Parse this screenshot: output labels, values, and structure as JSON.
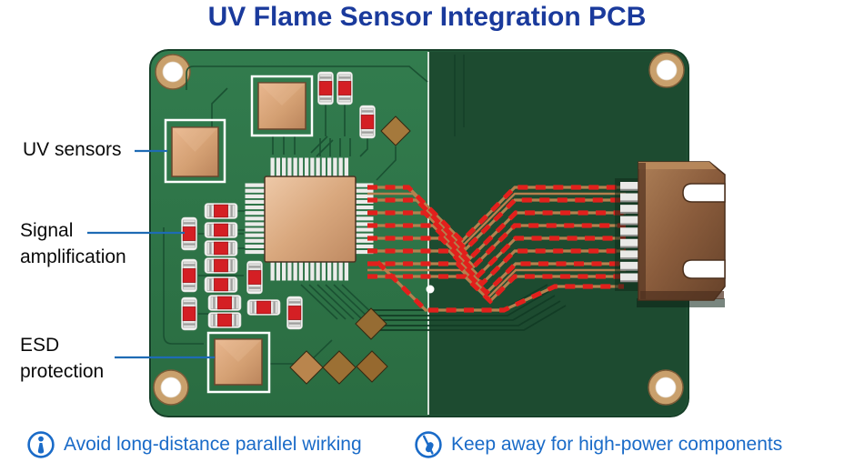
{
  "title": "UV Flame Sensor Integration PCB",
  "callouts": {
    "uv_sensors": "UV sensors",
    "signal_line1": "Signal",
    "signal_line2": "amplification",
    "esd_line1": "ESD",
    "esd_line2": "protection"
  },
  "footnotes": [
    {
      "icon": "exclamation-circle-icon",
      "text": "Avoid long-distance parallel wirking"
    },
    {
      "icon": "keep-away-circle-icon",
      "text": "Keep away for high-power components"
    }
  ],
  "colors": {
    "title_blue": "#1a3a9c",
    "note_blue": "#1a6bc8",
    "callout_line_blue": "#1e6bb4",
    "board_green_light": "#2d7347",
    "board_green_dark": "#1d4b30",
    "trace_highlight_red": "#e2201c",
    "copper_trace": "#b5804e",
    "pad_copper": "#c68f66",
    "connector_brown": "#8a5c3c"
  }
}
